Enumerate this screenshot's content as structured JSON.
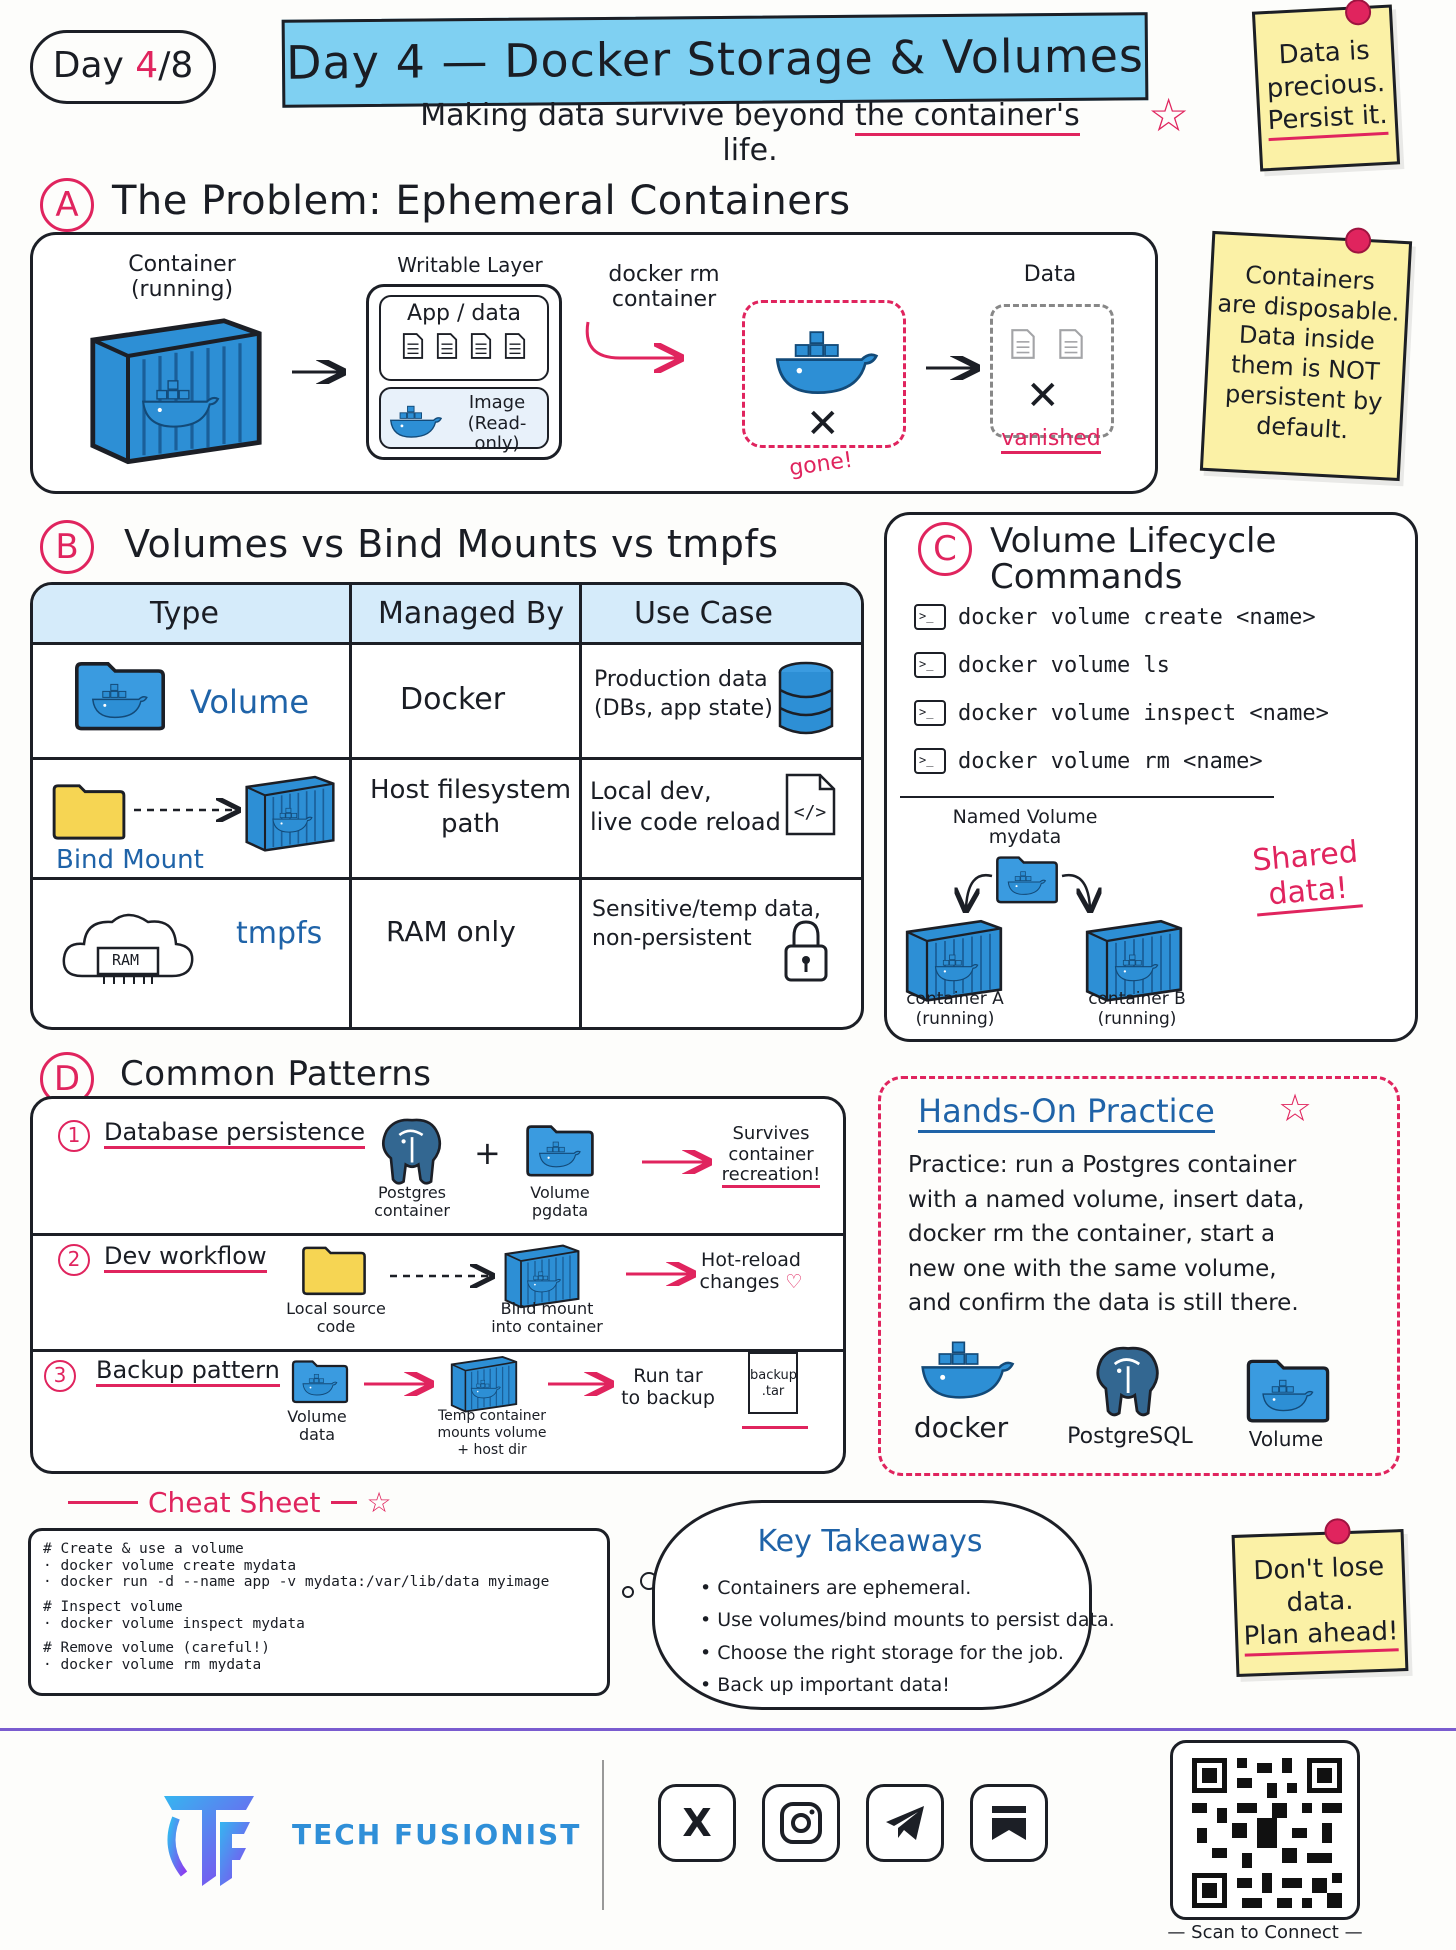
{
  "header": {
    "day_label": "Day",
    "day_num": "4",
    "day_total": "/8",
    "title": "Day 4 — Docker Storage & Volumes",
    "subtitle_a": "Making data survive beyond ",
    "subtitle_b": "the container's",
    "subtitle_c": " life."
  },
  "sticky_top": [
    "Data is",
    "precious.",
    "Persist it."
  ],
  "section_a": {
    "letter": "A",
    "title": "The Problem: Ephemeral Containers",
    "container_label": [
      "Container",
      "(running)"
    ],
    "writable_label": "Writable Layer",
    "app_data": "App / data",
    "image_label": [
      "Image",
      "(Read-only)"
    ],
    "docker_rm": [
      "docker rm",
      "container"
    ],
    "data_label": "Data",
    "gone": "gone!",
    "vanished": "vanished"
  },
  "sticky_mid": [
    "Containers",
    "are disposable.",
    "Data inside",
    "them is NOT",
    "persistent by",
    "default."
  ],
  "section_b": {
    "letter": "B",
    "title": "Volumes vs Bind Mounts vs tmpfs",
    "headers": [
      "Type",
      "Managed By",
      "Use Case"
    ],
    "rows": [
      {
        "type": "Volume",
        "managed": "Docker",
        "use": [
          "Production data",
          "(DBs, app state)"
        ]
      },
      {
        "type": "Bind Mount",
        "managed": [
          "Host filesystem",
          "path"
        ],
        "use": [
          "Local dev,",
          "live code reload"
        ]
      },
      {
        "type": "tmpfs",
        "managed": "RAM only",
        "use": [
          "Sensitive/temp data,",
          "non-persistent"
        ]
      }
    ],
    "ram": "RAM"
  },
  "section_c": {
    "letter": "C",
    "title": [
      "Volume Lifecycle",
      "Commands"
    ],
    "commands": [
      "docker volume create <name>",
      "docker volume ls",
      "docker volume inspect <name>",
      "docker volume rm <name>"
    ],
    "term_glyph": ">_",
    "named_volume": [
      "Named Volume",
      "mydata"
    ],
    "shared": [
      "Shared",
      "data!"
    ],
    "container_a": [
      "container A",
      "(running)"
    ],
    "container_b": [
      "container B",
      "(running)"
    ]
  },
  "section_d": {
    "letter": "D",
    "title": "Common Patterns",
    "plus": "+",
    "p1": {
      "num": "1",
      "title": "Database persistence",
      "pg": [
        "Postgres",
        "container"
      ],
      "vol": [
        "Volume",
        "pgdata"
      ],
      "result": [
        "Survives",
        "container",
        "recreation!"
      ]
    },
    "p2": {
      "num": "2",
      "title": "Dev workflow",
      "src": [
        "Local source",
        "code"
      ],
      "bind": [
        "Bind mount",
        "into container"
      ],
      "result": [
        "Hot-reload",
        "changes"
      ]
    },
    "p3": {
      "num": "3",
      "title": "Backup pattern",
      "vol": [
        "Volume",
        "data"
      ],
      "temp": [
        "Temp container",
        "mounts volume",
        "+ host dir"
      ],
      "run": [
        "Run tar",
        "to backup"
      ],
      "file": [
        "backup",
        ".tar"
      ]
    }
  },
  "practice": {
    "title": "Hands-On Practice",
    "text": [
      "Practice: run a Postgres container",
      "with a named volume, insert data,",
      "docker rm the container, start a",
      "new one with the same volume,",
      "and confirm the data is still there."
    ],
    "logos": [
      "docker",
      "PostgreSQL",
      "Volume"
    ]
  },
  "cheat": {
    "title": "Cheat Sheet",
    "lines": [
      "# Create & use a volume",
      "· docker volume create mydata",
      "· docker run -d --name app -v mydata:/var/lib/data myimage",
      "",
      "# Inspect volume",
      "· docker volume inspect mydata",
      "",
      "# Remove volume (careful!)",
      "· docker volume rm mydata"
    ]
  },
  "takeaways": {
    "title": "Key Takeaways",
    "items": [
      "Containers are ephemeral.",
      "Use volumes/bind mounts to persist data.",
      "Choose the right storage for the job.",
      "Back up important data!"
    ]
  },
  "sticky_bottom": [
    "Don't lose",
    "data.",
    "Plan ahead!"
  ],
  "footer": {
    "brand": "TECH FUSIONIST",
    "scan": "Scan to Connect",
    "socials": [
      "X",
      "instagram-icon",
      "telegram-icon",
      "medium-icon"
    ]
  },
  "colors": {
    "accent_pink": "#e0245e",
    "docker_blue": "#2d8fd5",
    "title_bg": "#7fd0f2",
    "sticky": "#fbf1a6"
  }
}
